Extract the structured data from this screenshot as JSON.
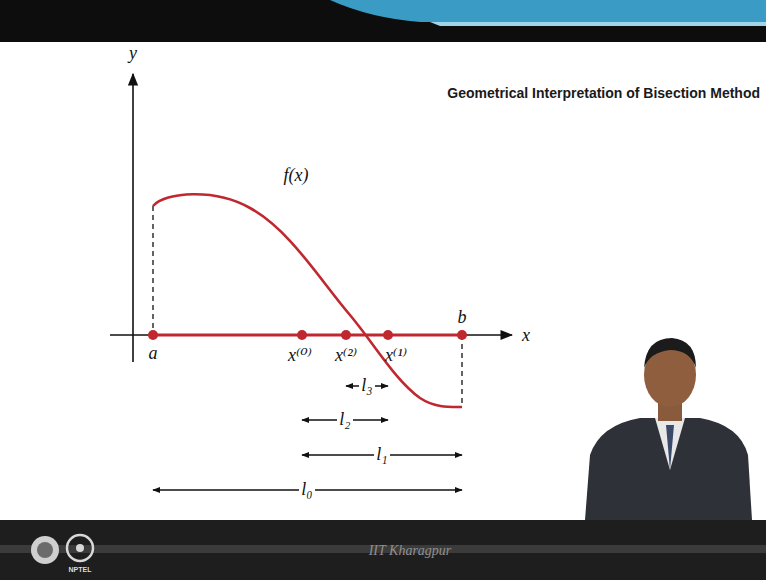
{
  "diagram": {
    "title": "Geometrical Interpretation of Bisection Method",
    "labels": [
      "y",
      "x",
      "f(x)",
      "a",
      "b",
      "x⁽⁰⁾",
      "x⁽²⁾",
      "x⁽¹⁾",
      "l₃",
      "l₂",
      "l₁",
      "l₀",
      "IIT Kharagpur",
      "NPTEL"
    ]
  }
}
